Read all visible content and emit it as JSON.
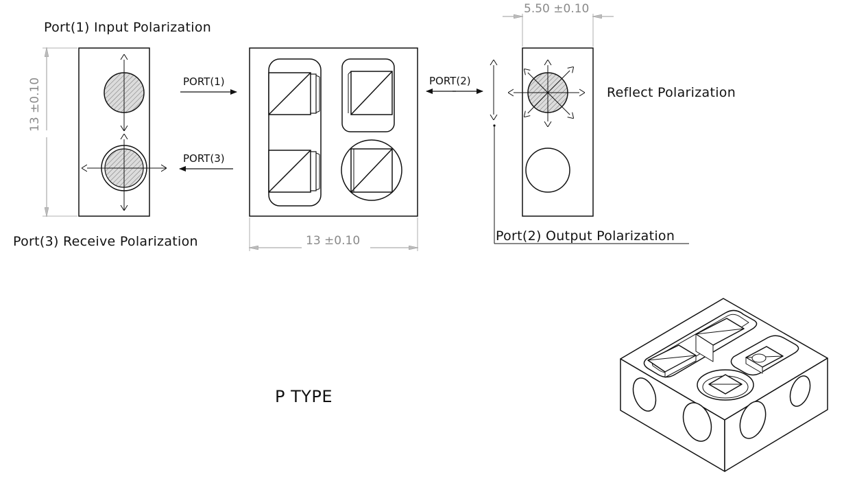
{
  "labels": {
    "port1_input": "Port(1) Input Polarization",
    "port3_receive": "Port(3) Receive Polarization",
    "reflect": "Reflect Polarization",
    "port2_output": "Port(2) Output Polarization",
    "port1_arrow": "PORT(1)",
    "port3_arrow": "PORT(3)",
    "port2_arrow": "PORT(2)",
    "dim_height": "13 ±0.10",
    "dim_width": "13 ±0.10",
    "dim_top": "5.50 ±0.10",
    "type": "P TYPE"
  },
  "colors": {
    "line": "#111111",
    "hatch": "#777777",
    "dimension": "#8a8a8a",
    "fill_gray": "#d9d9d9"
  }
}
